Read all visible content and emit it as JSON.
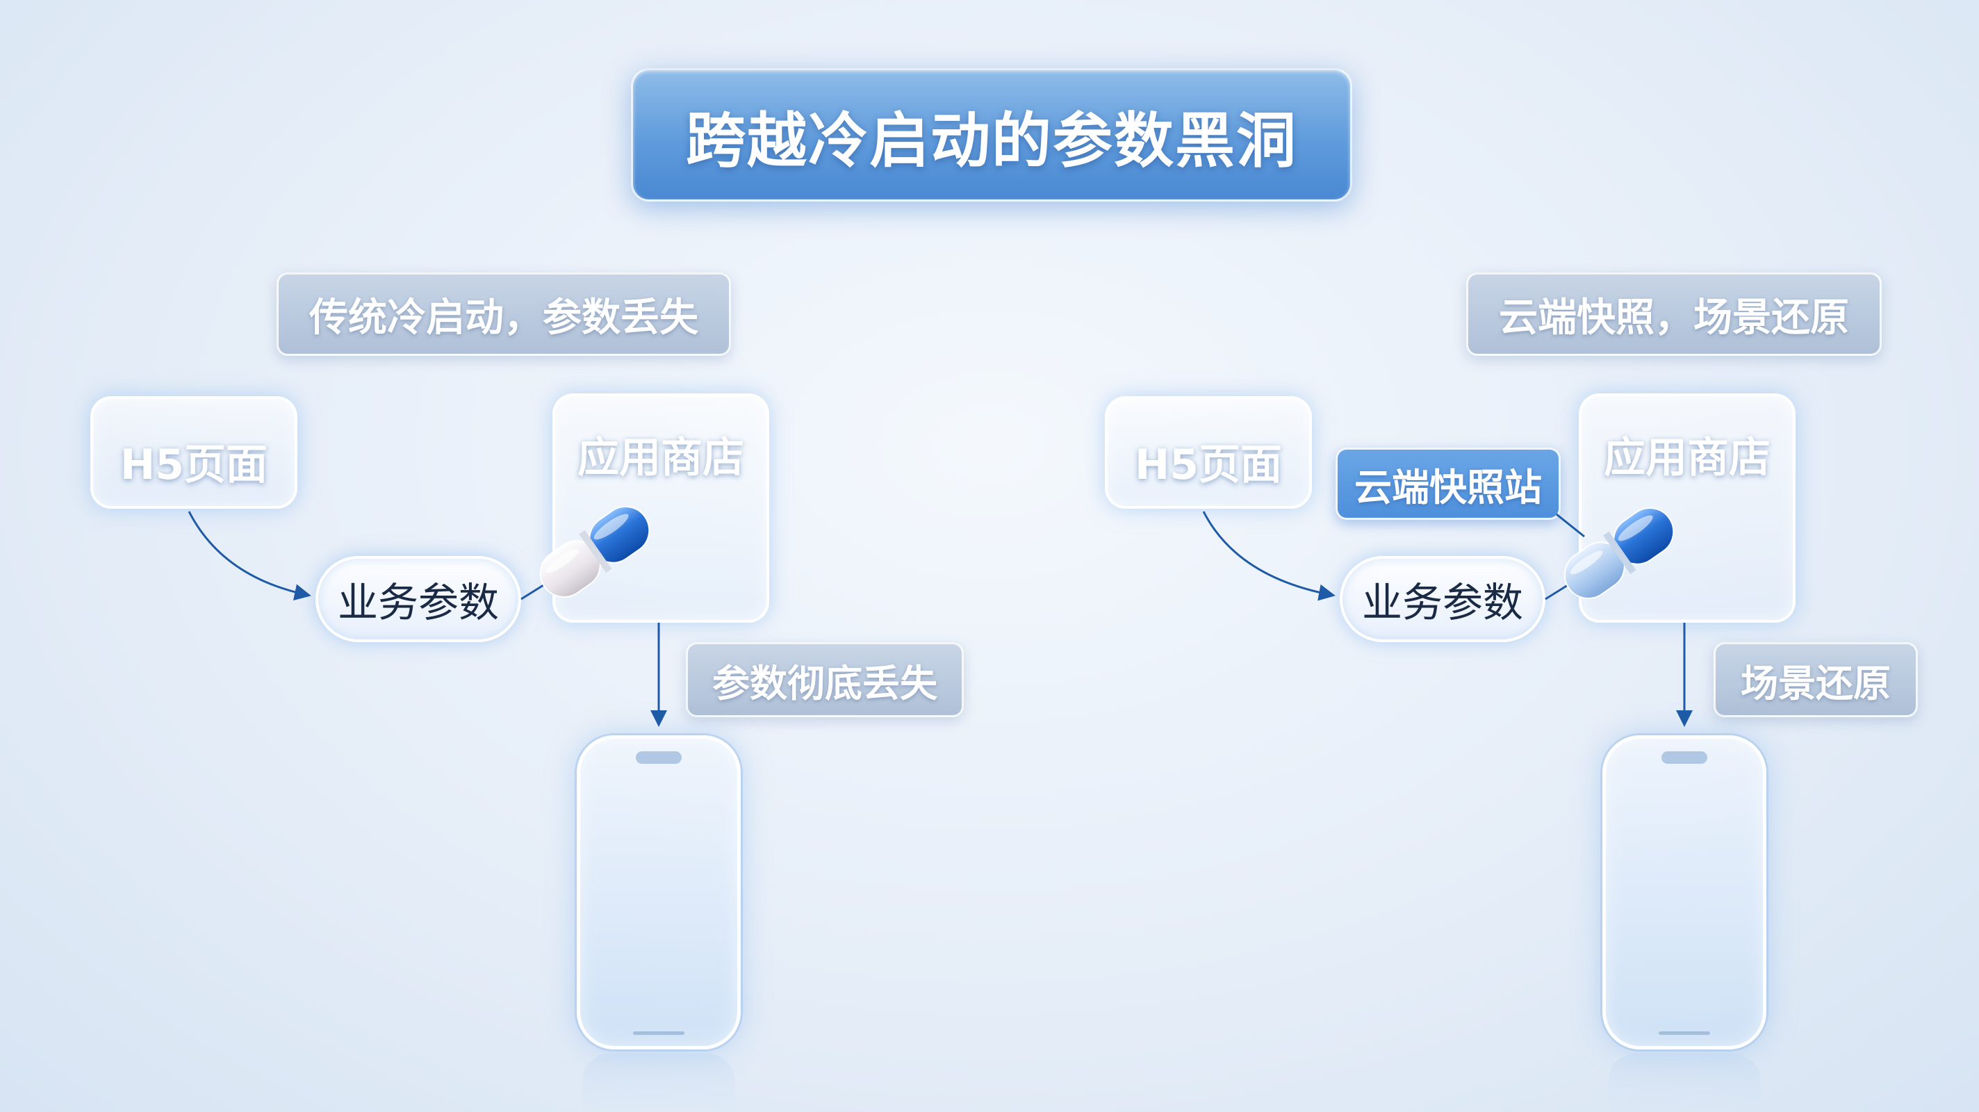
{
  "title": "跨越冷启动的参数黑洞",
  "left": {
    "heading": "传统冷启动，参数丢失",
    "source": "H5页面",
    "params": "业务参数",
    "store": "应用商店",
    "result": "参数彻底丢失"
  },
  "right": {
    "heading": "云端快照，场景还原",
    "source": "H5页面",
    "station": "云端快照站",
    "params": "业务参数",
    "store": "应用商店",
    "result": "场景还原"
  },
  "colors": {
    "arrow": "#1f5aa6",
    "title_bg": "#5f9bdc",
    "label_grey": "#b3c3d8",
    "station_bg": "#4e8fdc",
    "capsule_blue": "#1e64c8"
  },
  "icons": [
    "capsule-icon",
    "phone-icon"
  ]
}
